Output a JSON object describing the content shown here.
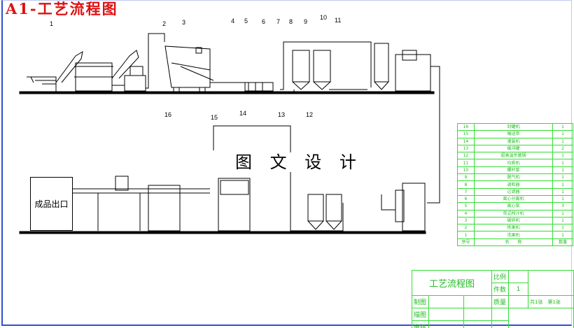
{
  "title": "A1-工艺流程图",
  "watermark": "图 文 设 计",
  "finished_product_exit": "成品出口",
  "callouts_top": [
    "1",
    "2",
    "3",
    "4",
    "5",
    "6",
    "7",
    "8",
    "9",
    "10",
    "11"
  ],
  "callouts_bottom": [
    "16",
    "15",
    "14",
    "13",
    "12"
  ],
  "parts_table": {
    "rows": [
      {
        "no": "16",
        "name": "封罐机",
        "qty": "1"
      },
      {
        "no": "15",
        "name": "输送带",
        "qty": "1"
      },
      {
        "no": "14",
        "name": "灌装机",
        "qty": "1"
      },
      {
        "no": "13",
        "name": "缓冲罐",
        "qty": "2"
      },
      {
        "no": "12",
        "name": "超高温杀菌锅",
        "qty": "1"
      },
      {
        "no": "11",
        "name": "均质机",
        "qty": "1"
      },
      {
        "no": "10",
        "name": "螺杆泵",
        "qty": "1"
      },
      {
        "no": "9",
        "name": "脱气机",
        "qty": "1"
      },
      {
        "no": "8",
        "name": "调和器",
        "qty": "1"
      },
      {
        "no": "7",
        "name": "过滤器",
        "qty": "1"
      },
      {
        "no": "6",
        "name": "离心分离机",
        "qty": "1"
      },
      {
        "no": "5",
        "name": "离心泵",
        "qty": "3"
      },
      {
        "no": "4",
        "name": "带式榨汁机",
        "qty": "1"
      },
      {
        "no": "3",
        "name": "破碎机",
        "qty": "1"
      },
      {
        "no": "2",
        "name": "拣果机",
        "qty": "1"
      },
      {
        "no": "1",
        "name": "洗果机",
        "qty": "1"
      }
    ],
    "header": {
      "no": "序号",
      "name": "名　　称",
      "qty": "数量"
    }
  },
  "title_block": {
    "drawing_name": "工艺流程图",
    "scale_label": "比例",
    "count_label": "件数",
    "count_value": "1",
    "mass_label": "质量",
    "sheets": "共1张　第1张",
    "drawn_label": "制图",
    "traced_label": "描图",
    "checked_label": "审核"
  },
  "colors": {
    "title": "#e01010",
    "table_lines": "#33dd33",
    "frame": "#3050d0"
  }
}
